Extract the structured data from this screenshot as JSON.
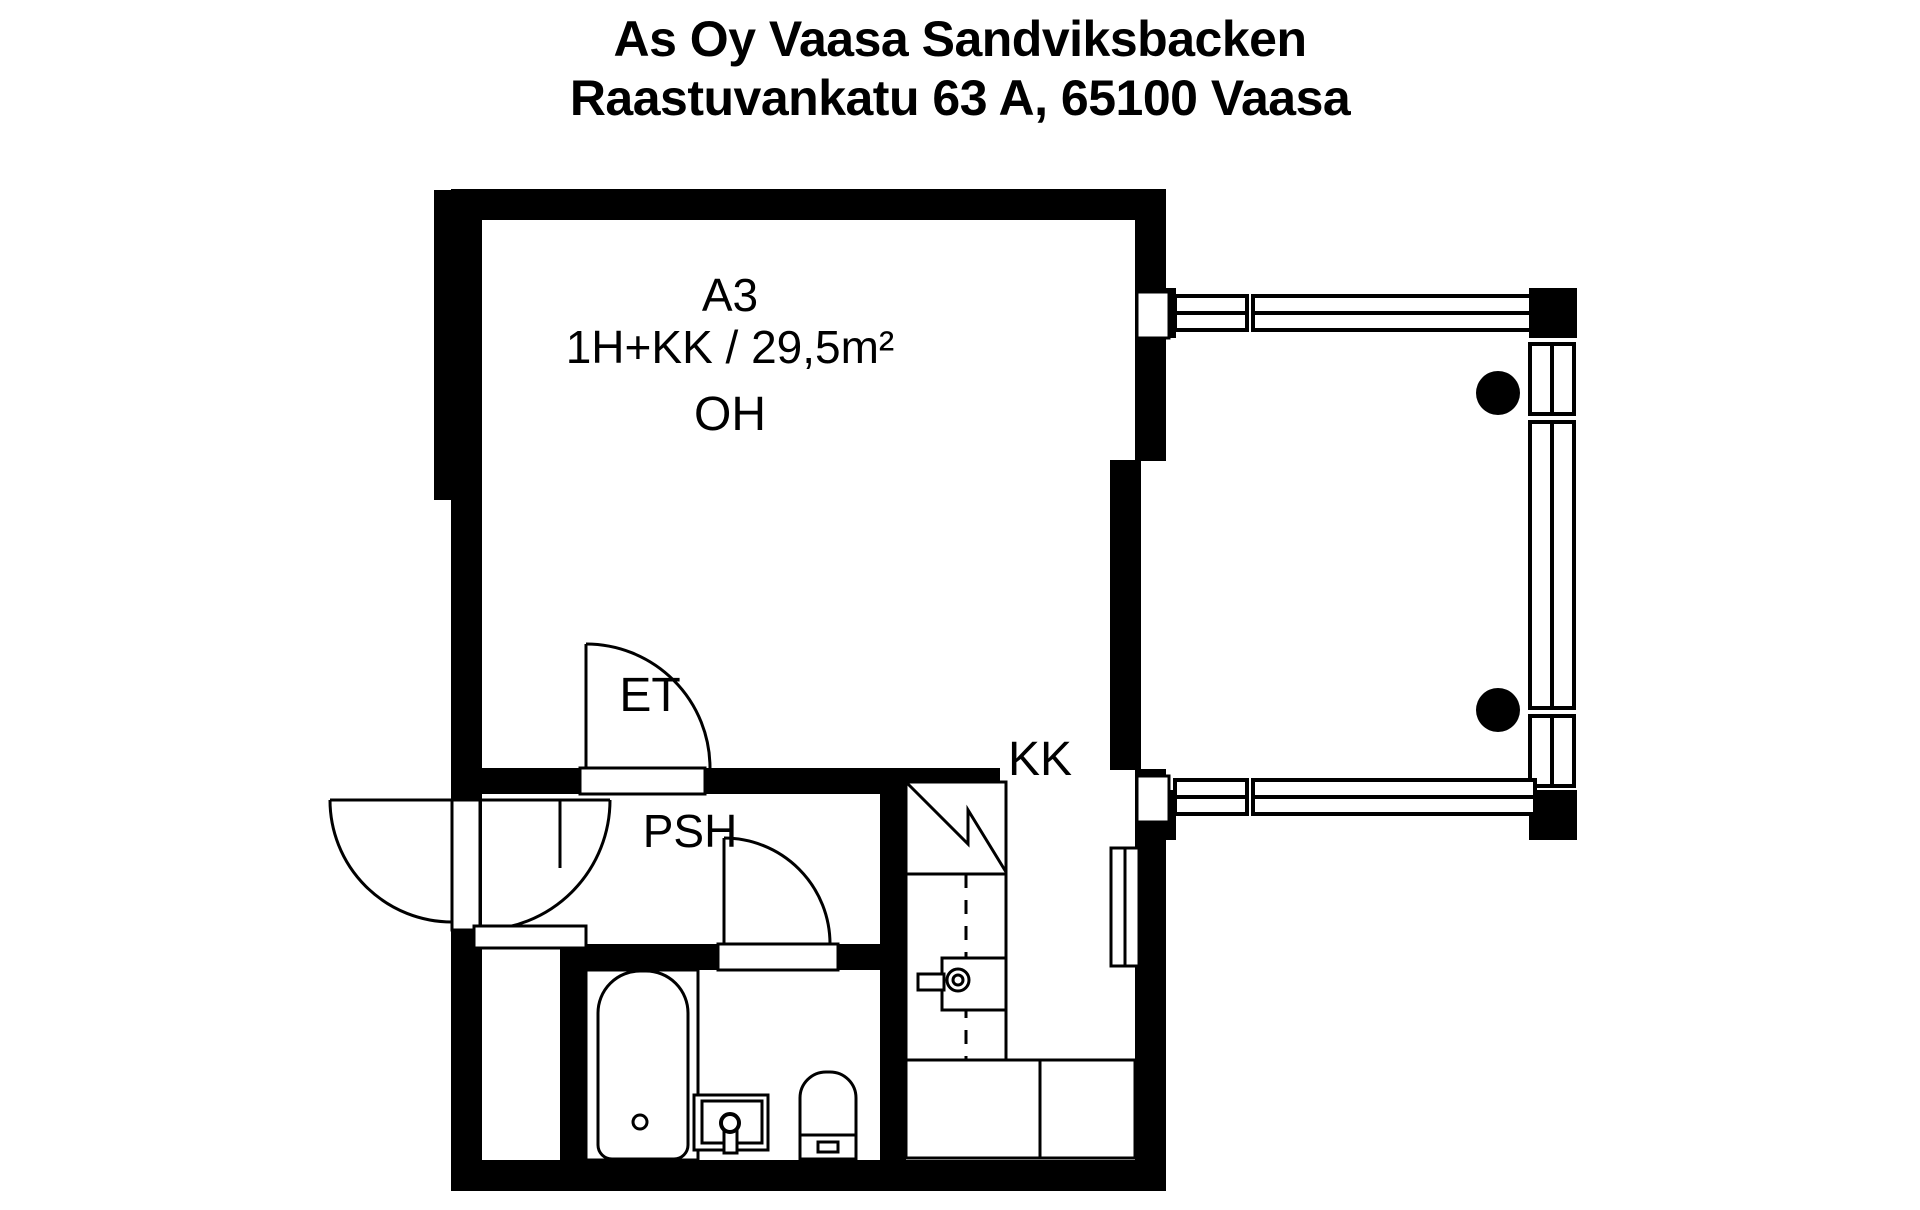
{
  "header": {
    "line1": "As Oy Vaasa Sandviksbacken",
    "line2": "Raastuvankatu 63 A, 65100 Vaasa"
  },
  "plan": {
    "unit_id": "A3",
    "unit_spec": "1H+KK / 29,5m²",
    "rooms": [
      {
        "key": "oh",
        "label": "OH",
        "name": "living-room"
      },
      {
        "key": "et",
        "label": "ET",
        "name": "entrance-hall"
      },
      {
        "key": "psh",
        "label": "PSH",
        "name": "bathroom"
      },
      {
        "key": "kk",
        "label": "KK",
        "name": "kitchenette"
      }
    ],
    "colors": {
      "wall": "#000000",
      "floor": "#ffffff",
      "line": "#000000",
      "background": "#ffffff"
    },
    "fixtures": [
      {
        "name": "bathtub",
        "room": "psh"
      },
      {
        "name": "washbasin",
        "room": "psh"
      },
      {
        "name": "toilet",
        "room": "psh"
      },
      {
        "name": "kitchen-sink",
        "room": "kk"
      },
      {
        "name": "refrigerator",
        "room": "kk"
      },
      {
        "name": "counter",
        "room": "kk"
      }
    ],
    "openings": [
      {
        "name": "entrance-door",
        "type": "door-double-swing"
      },
      {
        "name": "hall-door-living",
        "type": "door-swing"
      },
      {
        "name": "bathroom-door",
        "type": "door-swing"
      },
      {
        "name": "balcony-door-upper",
        "type": "sliding-glass"
      },
      {
        "name": "balcony-door-lower",
        "type": "sliding-glass"
      },
      {
        "name": "kitchen-window",
        "type": "window"
      }
    ],
    "balcony": {
      "name": "balcony",
      "railing": "glass-panel-railing",
      "posts": 4,
      "column_markers": 2
    }
  }
}
